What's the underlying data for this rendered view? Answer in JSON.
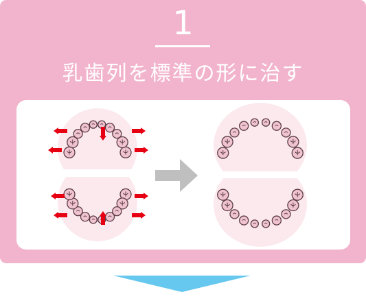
{
  "step": {
    "number": "1",
    "title": "乳歯列を標準の形に治す"
  },
  "illustration": {
    "before_label_icon": "dental-arch-crowded",
    "after_label_icon": "dental-arch-standard",
    "arrow_icon": "right-arrow",
    "expansion_arrow_icon": "red-arrow"
  },
  "colors": {
    "card": "#f2b4cc",
    "panel": "#ffffff",
    "arch_fill": "#fbe9ee",
    "tooth_fill": "#f0c3d0",
    "tooth_stroke": "#5a3a46",
    "expansion_arrow": "#e60012",
    "transition_arrow": "#bfbfbf",
    "down_arrow": "#66c8ef"
  }
}
